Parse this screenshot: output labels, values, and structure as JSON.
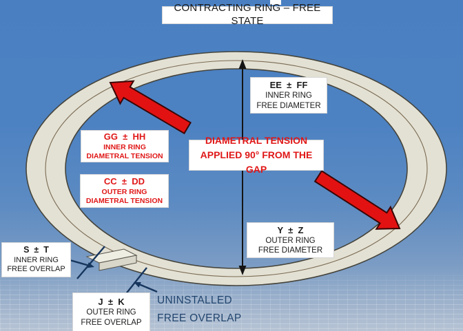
{
  "title": "CONTRACTING RING – FREE STATE",
  "labels": {
    "inner_free_diameter": {
      "line1": "EE  ±  FF",
      "line2": "INNER RING",
      "line3": "FREE DIAMETER"
    },
    "inner_diametral_tension": {
      "line1": "GG  ±  HH",
      "line2": "INNER RING",
      "line3": "DIAMETRAL TENSION"
    },
    "outer_diametral_tension": {
      "line1": "CC  ±  DD",
      "line2": "OUTER RING",
      "line3": "DIAMETRAL TENSION"
    },
    "diametral_tension_note": {
      "line1": "DIAMETRAL TENSION",
      "line2": "APPLIED 90° FROM THE GAP"
    },
    "outer_free_diameter": {
      "line1": "Y  ±  Z",
      "line2": "OUTER RING",
      "line3": "FREE DIAMETER"
    },
    "inner_free_overlap": {
      "line1": "S  ±  T",
      "line2": "INNER RING",
      "line3": "FREE OVERLAP"
    },
    "outer_free_overlap": {
      "line1": "J  ±  K",
      "line2": "OUTER RING",
      "line3": "FREE OVERLAP"
    },
    "uninstalled": {
      "line1": "UNINSTALLED",
      "line2": "FREE OVERLAP"
    }
  },
  "colors": {
    "background_blue": "#4a80c2",
    "ring_fill": "#e3e1d4",
    "ring_outline": "#45443b",
    "red_accent": "#e01717",
    "red_arrow": "#e31212",
    "navy_text": "#22456e",
    "leader_line": "#17365d",
    "box_background": "#ffffff"
  }
}
